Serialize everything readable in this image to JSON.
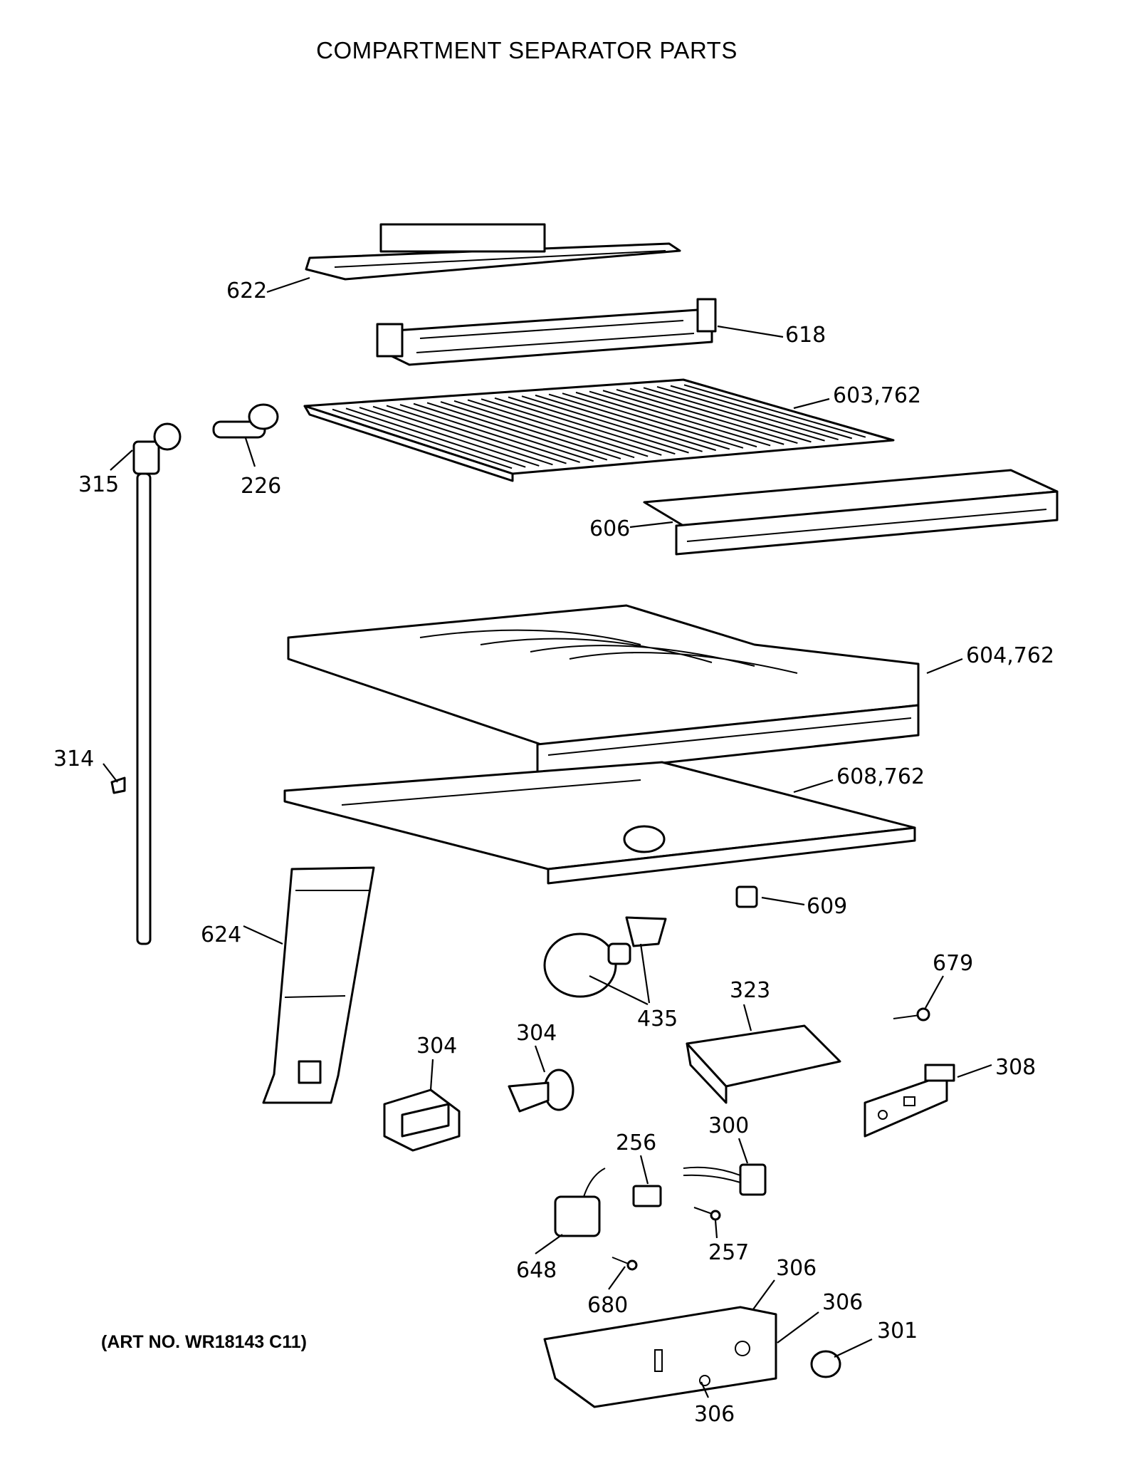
{
  "title": "COMPARTMENT SEPARATOR PARTS",
  "art_number": "(ART NO. WR18143 C11)",
  "part_labels": {
    "p622": "622",
    "p618": "618",
    "p603": "603,762",
    "p315": "315",
    "p226": "226",
    "p606": "606",
    "p604": "604,762",
    "p314": "314",
    "p608": "608,762",
    "p609": "609",
    "p624": "624",
    "p679": "679",
    "p323": "323",
    "p435": "435",
    "p304a": "304",
    "p304b": "304",
    "p308": "308",
    "p300": "300",
    "p256": "256",
    "p257": "257",
    "p648": "648",
    "p680": "680",
    "p306a": "306",
    "p306b": "306",
    "p306c": "306",
    "p301": "301"
  }
}
